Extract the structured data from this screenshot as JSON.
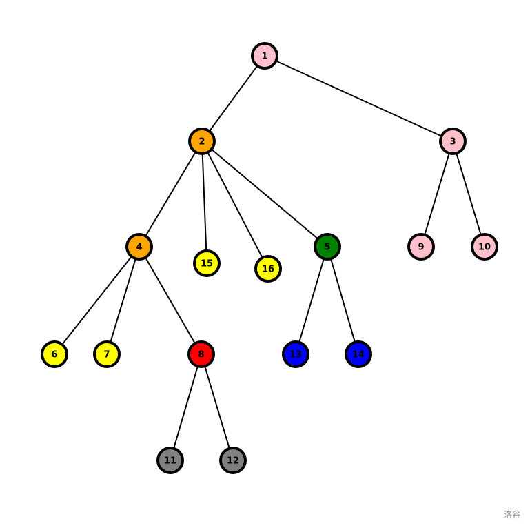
{
  "colors": {
    "pink": "#ffc0cb",
    "orange": "#ffa500",
    "yellow": "#ffff00",
    "green": "#008000",
    "red": "#ff0000",
    "blue": "#0000ff",
    "gray": "#808080"
  },
  "nodes": [
    {
      "id": "1",
      "label": "1",
      "color": "pink"
    },
    {
      "id": "2",
      "label": "2",
      "color": "orange"
    },
    {
      "id": "3",
      "label": "3",
      "color": "pink"
    },
    {
      "id": "4",
      "label": "4",
      "color": "orange"
    },
    {
      "id": "5",
      "label": "5",
      "color": "green"
    },
    {
      "id": "6",
      "label": "6",
      "color": "yellow"
    },
    {
      "id": "7",
      "label": "7",
      "color": "yellow"
    },
    {
      "id": "8",
      "label": "8",
      "color": "red"
    },
    {
      "id": "9",
      "label": "9",
      "color": "pink"
    },
    {
      "id": "10",
      "label": "10",
      "color": "pink"
    },
    {
      "id": "11",
      "label": "11",
      "color": "gray"
    },
    {
      "id": "12",
      "label": "12",
      "color": "gray"
    },
    {
      "id": "13",
      "label": "13",
      "color": "blue"
    },
    {
      "id": "14",
      "label": "14",
      "color": "blue"
    },
    {
      "id": "15",
      "label": "15",
      "color": "yellow"
    },
    {
      "id": "16",
      "label": "16",
      "color": "yellow"
    }
  ],
  "edges": [
    [
      "1",
      "2"
    ],
    [
      "1",
      "3"
    ],
    [
      "2",
      "4"
    ],
    [
      "2",
      "15"
    ],
    [
      "2",
      "16"
    ],
    [
      "2",
      "5"
    ],
    [
      "3",
      "9"
    ],
    [
      "3",
      "10"
    ],
    [
      "4",
      "6"
    ],
    [
      "4",
      "7"
    ],
    [
      "4",
      "8"
    ],
    [
      "5",
      "13"
    ],
    [
      "5",
      "14"
    ],
    [
      "8",
      "11"
    ],
    [
      "8",
      "12"
    ]
  ],
  "watermark": "洛谷"
}
